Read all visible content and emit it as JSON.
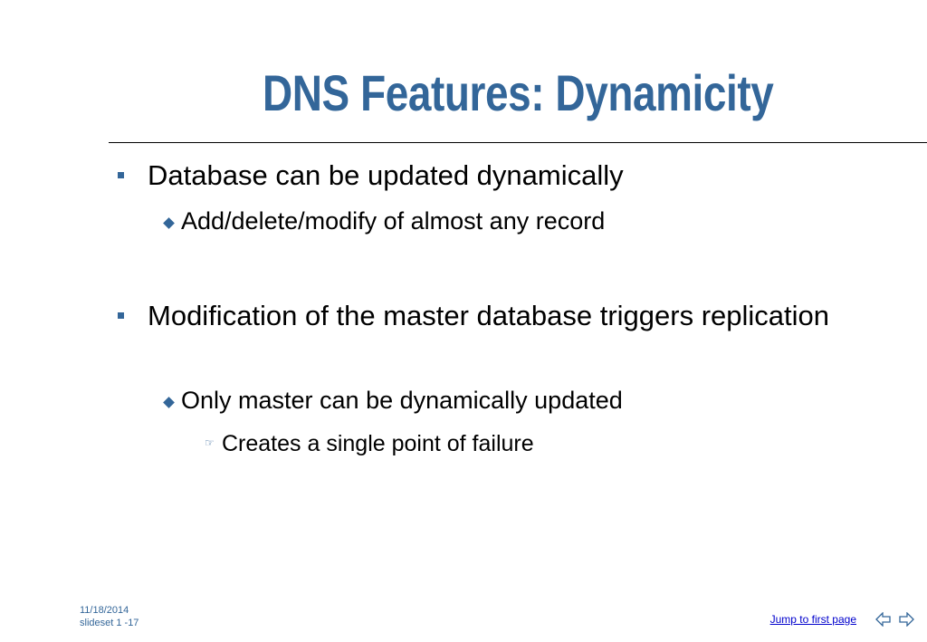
{
  "slide": {
    "title": "DNS Features: Dynamicity",
    "bullets": [
      {
        "text": "Database can be updated dynamically",
        "subs": [
          {
            "text": "Add/delete/modify of almost any record"
          }
        ]
      },
      {
        "text": "Modification of the master database triggers replication",
        "subs": [
          {
            "text": "Only master can be dynamically updated",
            "subs": [
              {
                "text": "Creates a single point of failure"
              }
            ]
          }
        ]
      }
    ]
  },
  "footer": {
    "date": "11/18/2014",
    "slide_ref": "slideset 1 -17",
    "jump_link": "Jump to first page"
  },
  "icons": {
    "l1_bullet": "square-bullet-icon",
    "l2_bullet": "diamond-bullet-icon",
    "l3_bullet": "pointing-hand-icon",
    "prev": "arrow-left-outline-icon",
    "next": "arrow-right-outline-icon"
  },
  "colors": {
    "accent": "#336699",
    "link": "#0000cc",
    "text": "#000000"
  }
}
